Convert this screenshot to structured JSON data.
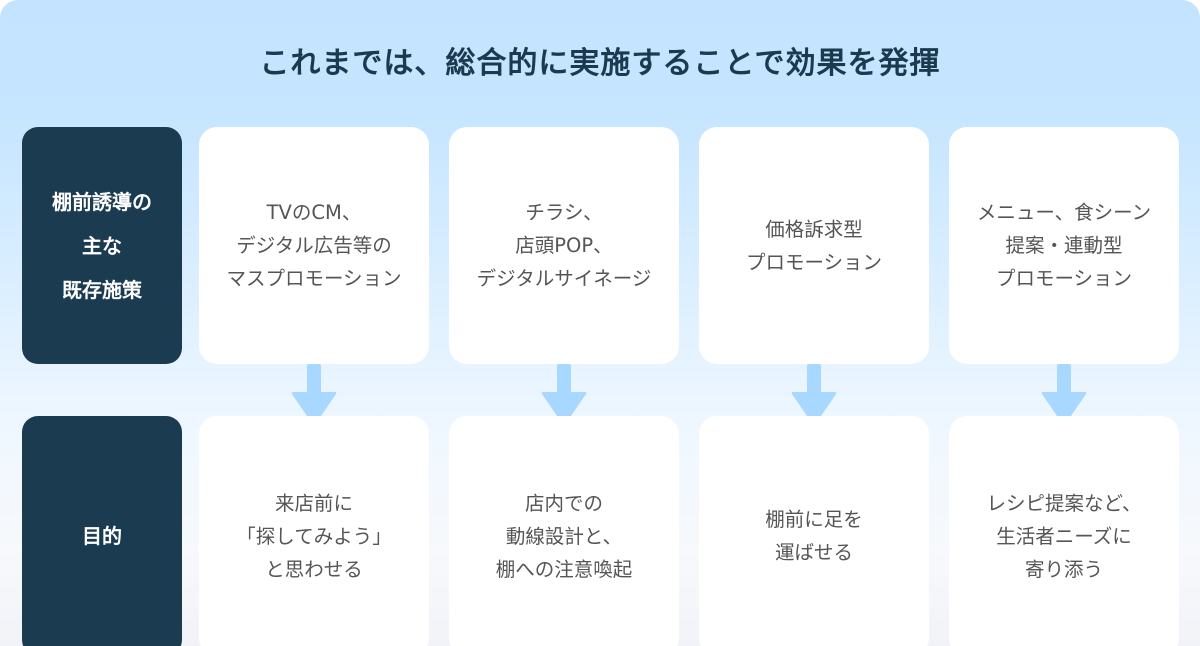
{
  "title": "これまでは、総合的に実施することで効果を発揮",
  "colors": {
    "label_bg": "#1b3b51",
    "arrow": "#a8d8ff",
    "card_text": "#555555",
    "title_text": "#1b3a50",
    "panel_top": "#c3e3ff"
  },
  "rows": {
    "measures": {
      "label_lines": [
        "棚前誘導の",
        "主な",
        "既存施策"
      ],
      "cards": [
        {
          "lines": [
            "TVのCM、",
            "デジタル広告等の",
            "マスプロモーション"
          ]
        },
        {
          "lines": [
            "チラシ、",
            "店頭POP、",
            "デジタルサイネージ"
          ]
        },
        {
          "lines": [
            "価格訴求型",
            "プロモーション"
          ]
        },
        {
          "lines": [
            "メニュー、食シーン",
            "提案・連動型",
            "プロモーション"
          ]
        }
      ]
    },
    "purpose": {
      "label_lines": [
        "目的"
      ],
      "cards": [
        {
          "lines": [
            "来店前に",
            "「探してみよう」",
            "と思わせる"
          ]
        },
        {
          "lines": [
            "店内での",
            "動線設計と、",
            "棚への注意喚起"
          ]
        },
        {
          "lines": [
            "棚前に足を",
            "運ばせる"
          ]
        },
        {
          "lines": [
            "レシピ提案など、",
            "生活者ニーズに",
            "寄り添う"
          ]
        }
      ]
    }
  },
  "arrows": [
    {
      "icon": "arrow-down-icon"
    },
    {
      "icon": "arrow-down-icon"
    },
    {
      "icon": "arrow-down-icon"
    },
    {
      "icon": "arrow-down-icon"
    }
  ]
}
